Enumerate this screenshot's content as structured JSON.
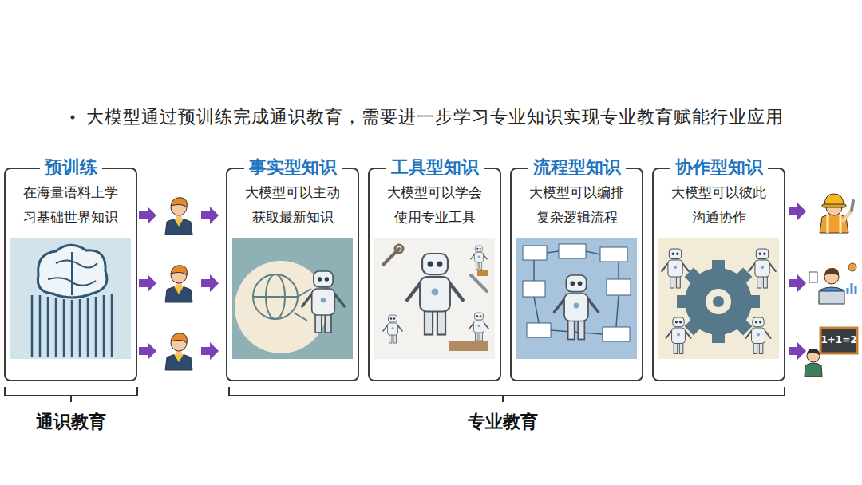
{
  "diagram": {
    "title": "大模型通过预训练完成通识教育，需要进一步学习专业知识实现专业教育赋能行业应用",
    "nodes": [
      {
        "text": [
          "预训练",
          "在海量语料上学习基础世界知识"
        ]
      },
      {
        "text": [
          "事实型知识",
          "大模型可以主动获取最新知识"
        ]
      },
      {
        "text": [
          "工具型知识",
          "大模型可以学会使用专业工具"
        ]
      },
      {
        "text": [
          "流程型知识",
          "大模型可以编排复杂逻辑流程"
        ]
      },
      {
        "text": [
          "协作型知识",
          "大模型可以彼此沟通协作"
        ]
      }
    ],
    "labels": [
      "1+1=2",
      "通识教育",
      "专业教育"
    ]
  }
}
